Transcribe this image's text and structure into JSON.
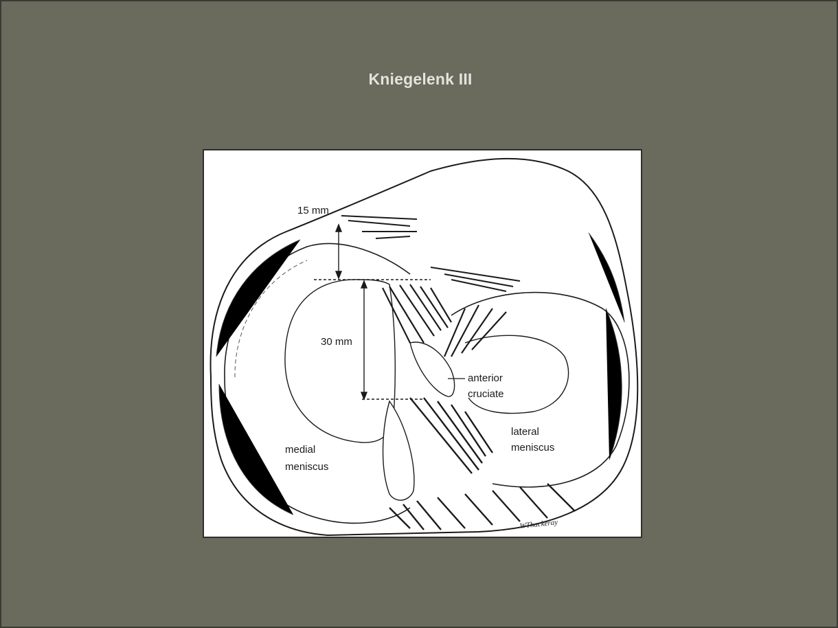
{
  "slide": {
    "title": "Kniegelenk III"
  },
  "figure": {
    "labels": {
      "dimension_top": "15 mm",
      "dimension_middle": "30 mm",
      "anterior": "anterior",
      "cruciate": "cruciate",
      "lateral": "lateral",
      "lateral_meniscus": "meniscus",
      "medial": "medial",
      "medial_meniscus": "meniscus",
      "signature": "WThackeray"
    }
  }
}
